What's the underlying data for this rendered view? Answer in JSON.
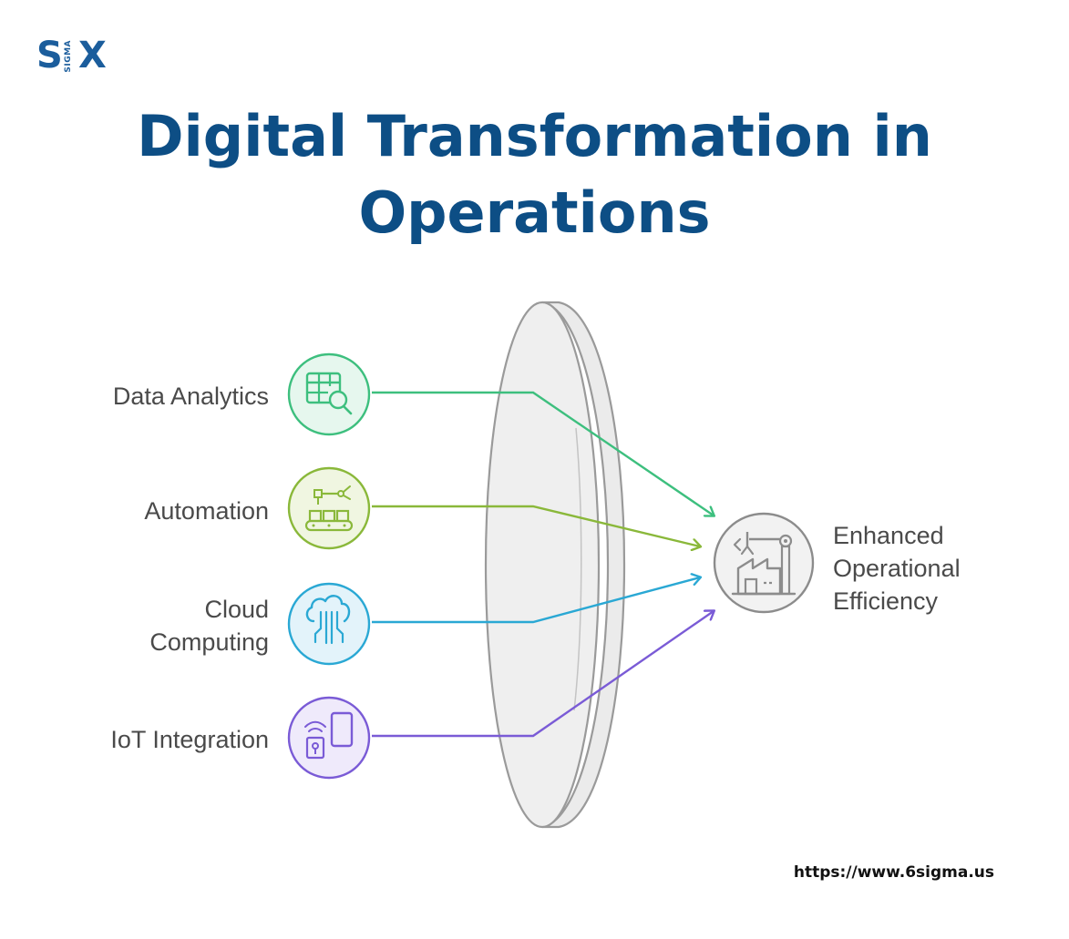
{
  "logo": {
    "letter_s": "S",
    "letter_x": "X",
    "sigma": "SIGMA"
  },
  "title": {
    "line1": "Digital Transformation in",
    "line2": "Operations"
  },
  "inputs": [
    {
      "label": "Data Analytics",
      "icon": "table-search-icon",
      "color": "#3dbf7e"
    },
    {
      "label": "Automation",
      "icon": "conveyor-robot-icon",
      "color": "#8ab83a"
    },
    {
      "label": "Cloud Computing",
      "icon": "cloud-circuit-icon",
      "color": "#2aa8d4"
    },
    {
      "label": "IoT Integration",
      "icon": "smart-device-icon",
      "color": "#7a5bd6"
    }
  ],
  "output": {
    "label_line1": "Enhanced",
    "label_line2": "Operational",
    "label_line3": "Efficiency",
    "icon": "factory-robot-arm-icon",
    "color": "#8c8c8c"
  },
  "lens": {
    "name": "lens",
    "color": "#9a9a9a"
  },
  "footer": {
    "url": "https://www.6sigma.us"
  }
}
